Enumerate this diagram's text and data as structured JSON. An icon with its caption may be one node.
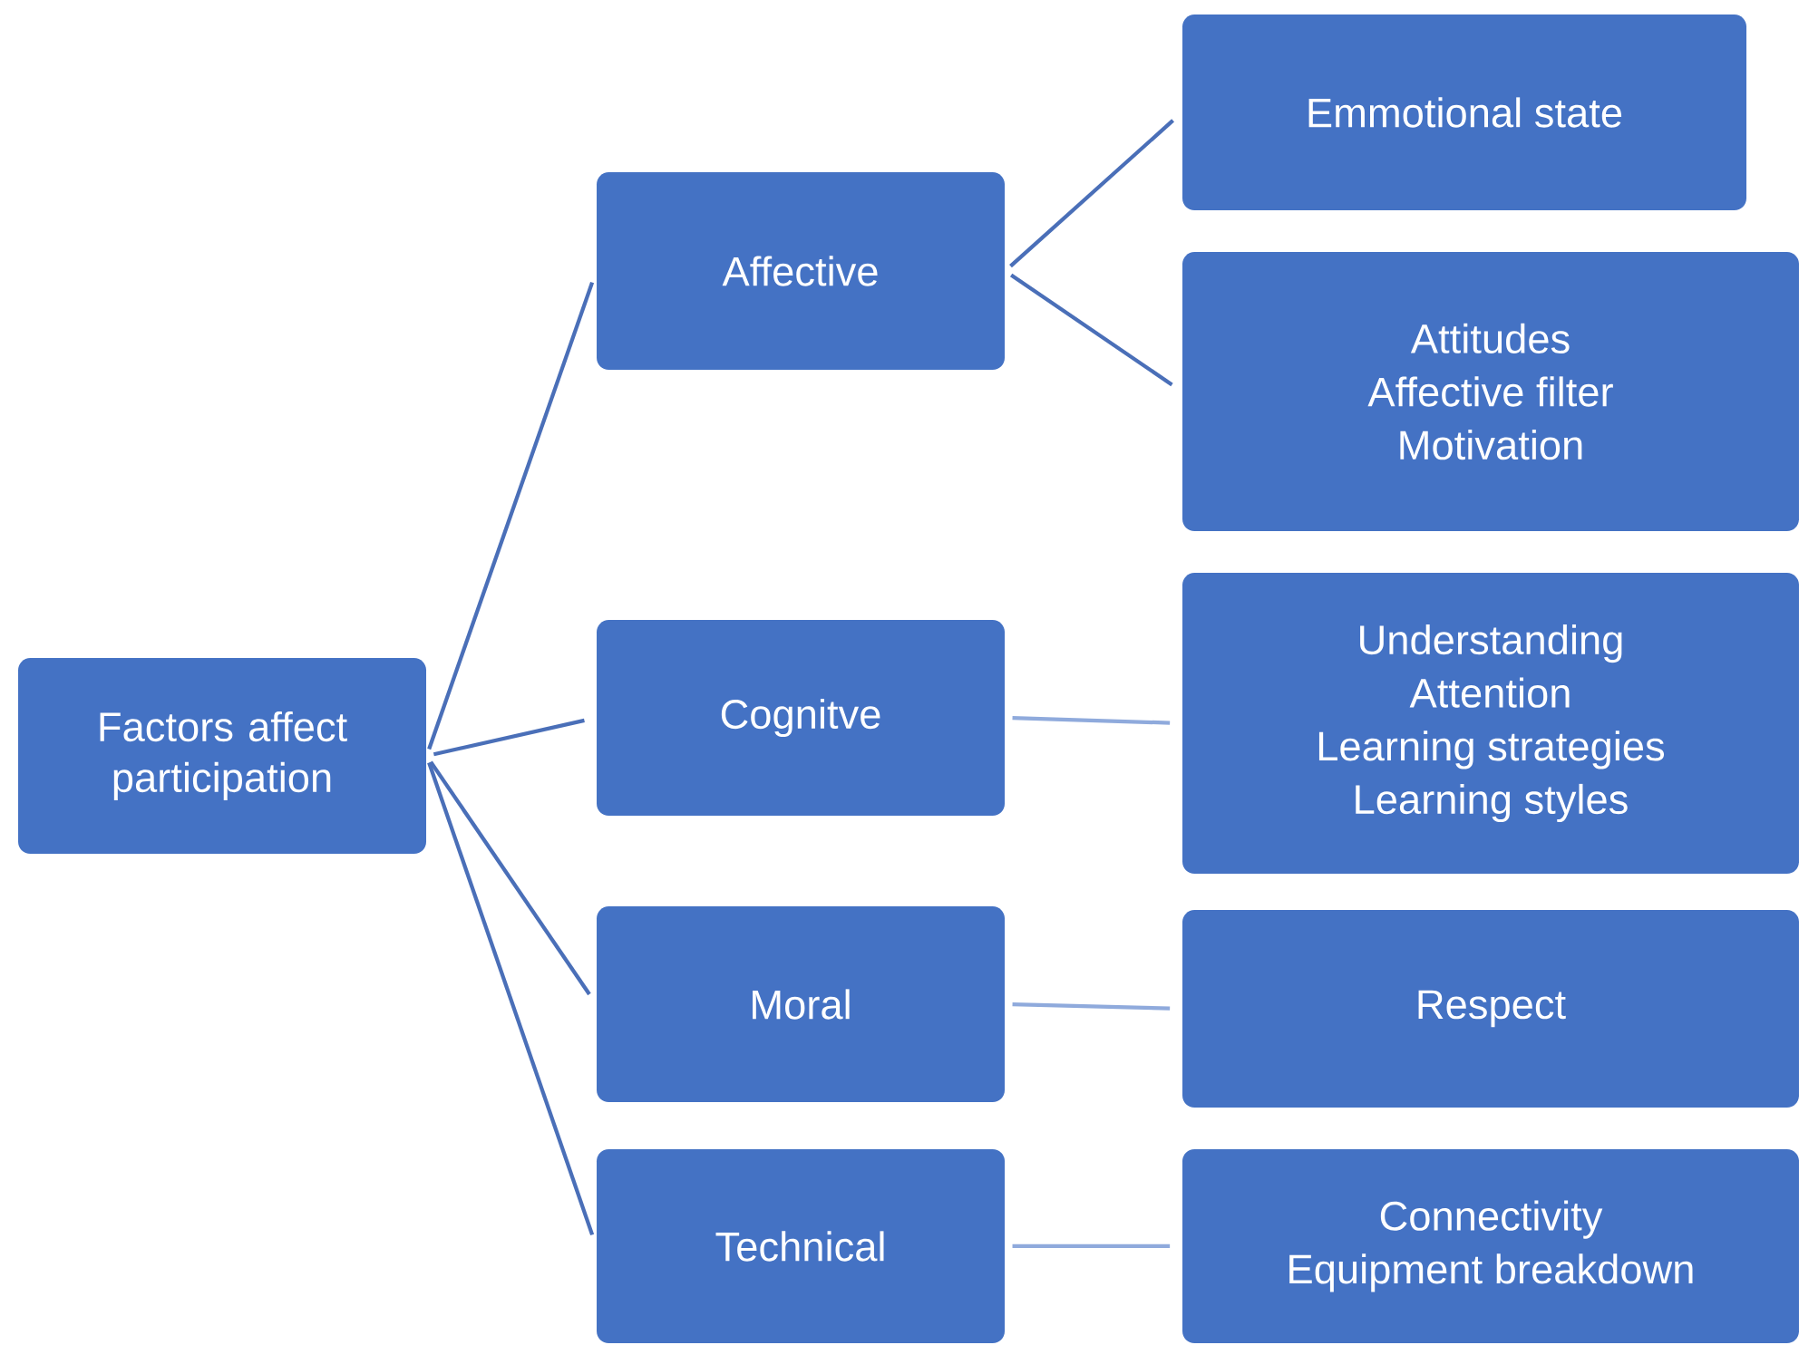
{
  "diagram": {
    "nodes": [
      {
        "text": [
          "Factors affect participation"
        ]
      },
      {
        "text": [
          "Affective"
        ]
      },
      {
        "text": [
          "Emmotional state"
        ]
      },
      {
        "text": [
          "Attitudes",
          "Affective filter",
          "Motivation"
        ]
      },
      {
        "text": [
          "Cognitve"
        ]
      },
      {
        "text": [
          "Understanding",
          "Attention",
          "Learning strategies",
          "Learning styles"
        ]
      },
      {
        "text": [
          "Moral"
        ]
      },
      {
        "text": [
          "Respect"
        ]
      },
      {
        "text": [
          "Technical"
        ]
      },
      {
        "text": [
          "Connectivity",
          "Equipment breakdown"
        ]
      }
    ],
    "edges": [
      {
        "from": 0,
        "to": 1,
        "arrow": "none"
      },
      {
        "from": 0,
        "to": 4,
        "arrow": "none"
      },
      {
        "from": 0,
        "to": 6,
        "arrow": "none"
      },
      {
        "from": 0,
        "to": 8,
        "arrow": "none"
      },
      {
        "from": 1,
        "to": 2,
        "arrow": "none"
      },
      {
        "from": 1,
        "to": 3,
        "arrow": "none"
      },
      {
        "from": 4,
        "to": 5,
        "arrow": "none",
        "color": "#8faadc"
      },
      {
        "from": 6,
        "to": 7,
        "arrow": "none",
        "color": "#8faadc"
      },
      {
        "from": 8,
        "to": 9,
        "arrow": "none",
        "color": "#8faadc"
      }
    ]
  }
}
